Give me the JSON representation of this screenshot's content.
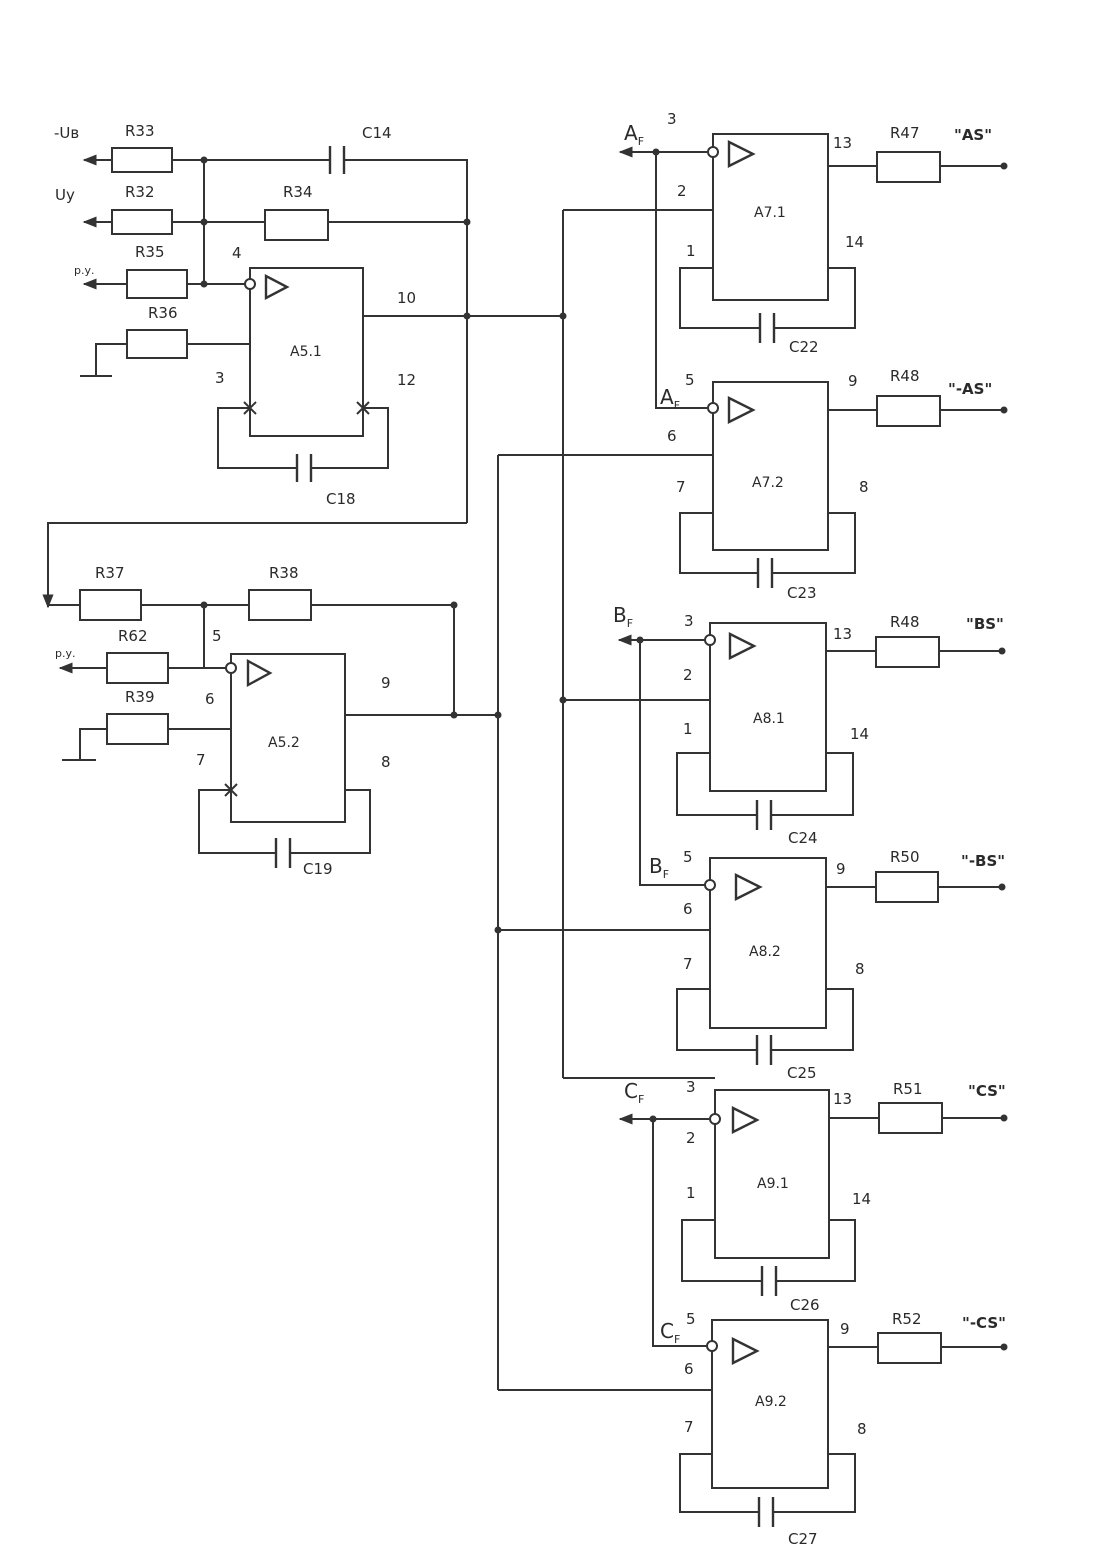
{
  "inputs": {
    "minus_u": "-Uв",
    "uy": "Uy",
    "py1": "р.у.",
    "py2": "р.у."
  },
  "resistors": {
    "r33": "R33",
    "r32": "R32",
    "r34": "R34",
    "r35": "R35",
    "r36": "R36",
    "r37": "R37",
    "r38": "R38",
    "r62": "R62",
    "r39": "R39",
    "r47": "R47",
    "r48a": "R48",
    "r48b": "R48",
    "r50": "R50",
    "r51": "R51",
    "r52": "R52"
  },
  "capacitors": {
    "c14": "C14",
    "c18": "C18",
    "c19": "C19",
    "c22": "C22",
    "c23": "C23",
    "c24": "C24",
    "c25": "C25",
    "c26": "C26",
    "c27": "C27"
  },
  "chips": {
    "a51": "A5.1",
    "a52": "A5.2",
    "a71": "A7.1",
    "a72": "A7.2",
    "a81": "A8.1",
    "a82": "A8.2",
    "a91": "A9.1",
    "a92": "A9.2"
  },
  "pins": {
    "a51_4": "4",
    "a51_10": "10",
    "a51_3": "3",
    "a51_12": "12",
    "a52_5": "5",
    "a52_9": "9",
    "a52_6": "6",
    "a52_7": "7",
    "a52_8": "8",
    "a71_3": "3",
    "a71_2": "2",
    "a71_1": "1",
    "a71_13": "13",
    "a71_14": "14",
    "a72_5": "5",
    "a72_6": "6",
    "a72_7": "7",
    "a72_9": "9",
    "a72_8": "8",
    "a81_3": "3",
    "a81_2": "2",
    "a81_1": "1",
    "a81_13": "13",
    "a81_14": "14",
    "a82_5": "5",
    "a82_6": "6",
    "a82_7": "7",
    "a82_9": "9",
    "a82_8": "8",
    "a91_3": "3",
    "a91_2": "2",
    "a91_1": "1",
    "a91_13": "13",
    "a91_14": "14",
    "a92_5": "5",
    "a92_6": "6",
    "a92_7": "7",
    "a92_9": "9",
    "a92_8": "8"
  },
  "signals": {
    "a": "A",
    "a_sub": "F",
    "b": "B",
    "b_sub": "F",
    "c": "C",
    "c_sub": "F"
  },
  "outputs": {
    "as": "\"AS\"",
    "neg_as": "\"-AS\"",
    "bs": "\"BS\"",
    "neg_bs": "\"-BS\"",
    "cs": "\"CS\"",
    "neg_cs": "\"-CS\""
  }
}
